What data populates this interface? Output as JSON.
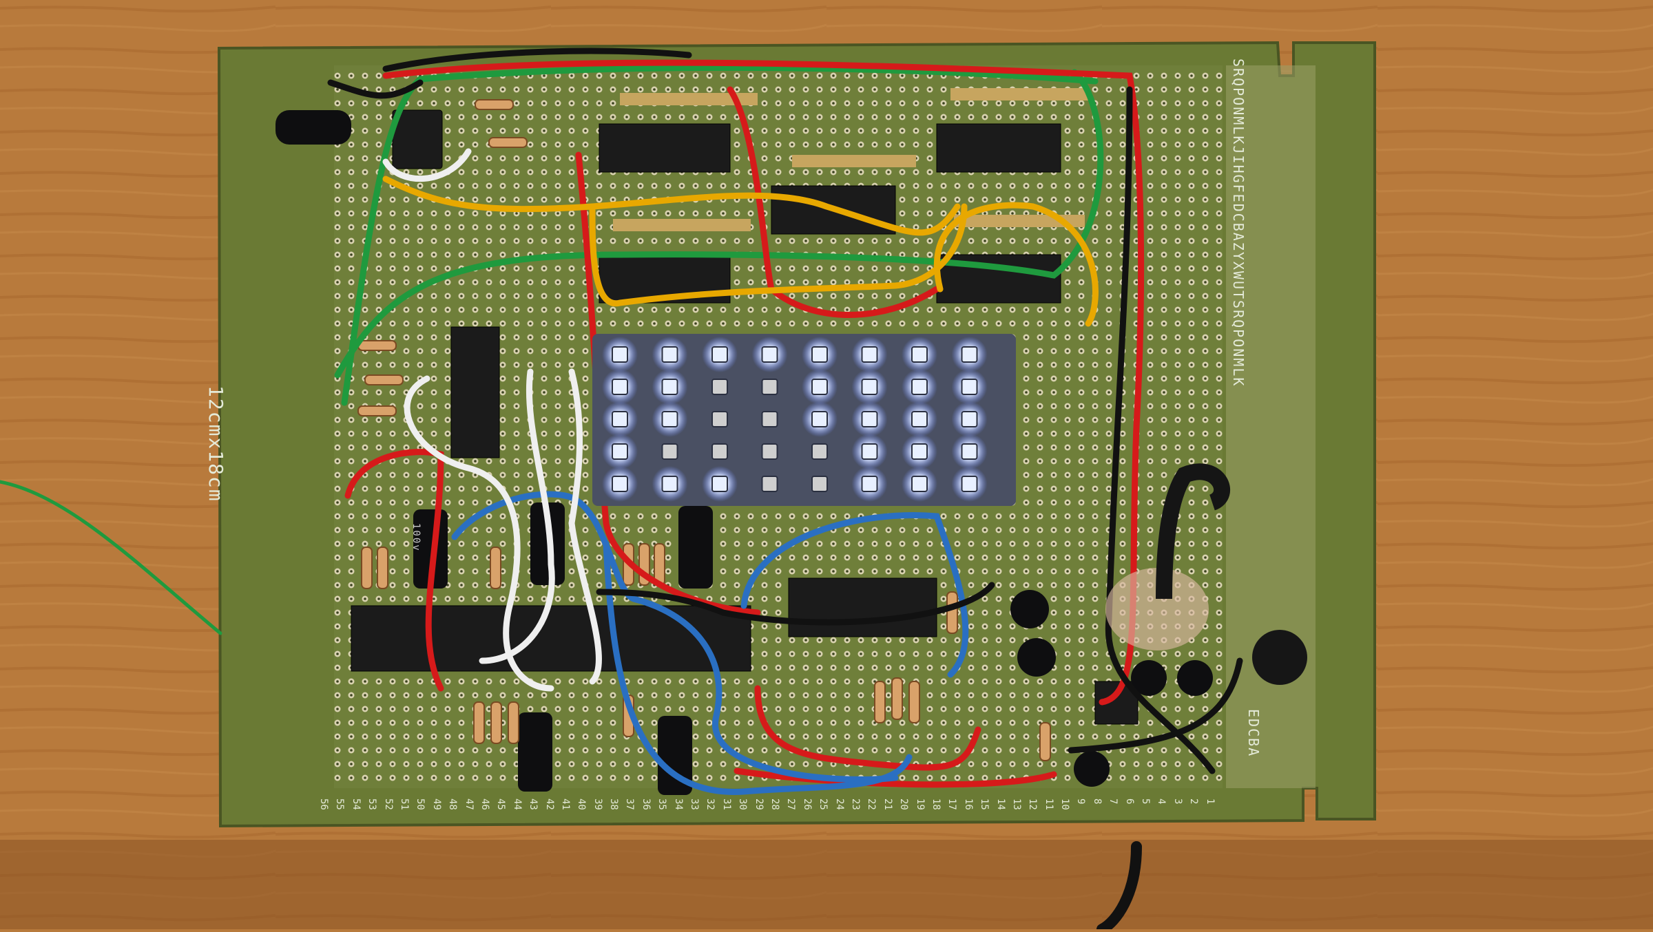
{
  "board": {
    "size_label": "12cmx18cm",
    "row_letters_top": "SRQPONMLKJIHGFEDCBAZYXWUTSRQPONMLK",
    "row_letters_bottom": "EDCBA",
    "column_numbers": [
      "56",
      "55",
      "54",
      "53",
      "52",
      "51",
      "50",
      "49",
      "48",
      "47",
      "46",
      "45",
      "44",
      "43",
      "42",
      "41",
      "40",
      "39",
      "38",
      "37",
      "36",
      "35",
      "34",
      "33",
      "32",
      "31",
      "30",
      "29",
      "28",
      "27",
      "26",
      "25",
      "24",
      "23",
      "22",
      "21",
      "20",
      "19",
      "18",
      "17",
      "16",
      "15",
      "14",
      "13",
      "12",
      "11",
      "10",
      "9",
      "8",
      "7",
      "6",
      "5",
      "4",
      "3",
      "2",
      "1"
    ],
    "capacitor_marking": "100v"
  },
  "led_matrix": {
    "columns": 8,
    "rows": 5,
    "lit": [
      [
        1,
        1,
        1,
        1,
        1,
        1,
        1,
        1
      ],
      [
        1,
        1,
        0,
        0,
        1,
        1,
        1,
        1
      ],
      [
        1,
        1,
        0,
        0,
        1,
        1,
        1,
        1
      ],
      [
        1,
        0,
        0,
        0,
        0,
        1,
        1,
        1
      ],
      [
        1,
        1,
        1,
        0,
        0,
        1,
        1,
        1
      ]
    ]
  },
  "colors": {
    "table": "#b87a3c",
    "pcb": "#6f7f3a",
    "pad": "#d9d2b0",
    "led_glow": "#e8f0ff",
    "wire_red": "#d61a1a",
    "wire_green": "#1f9a3e",
    "wire_blue": "#2a6fc2",
    "wire_white": "#efefef",
    "wire_yellow": "#e8a800",
    "wire_black": "#111111"
  }
}
